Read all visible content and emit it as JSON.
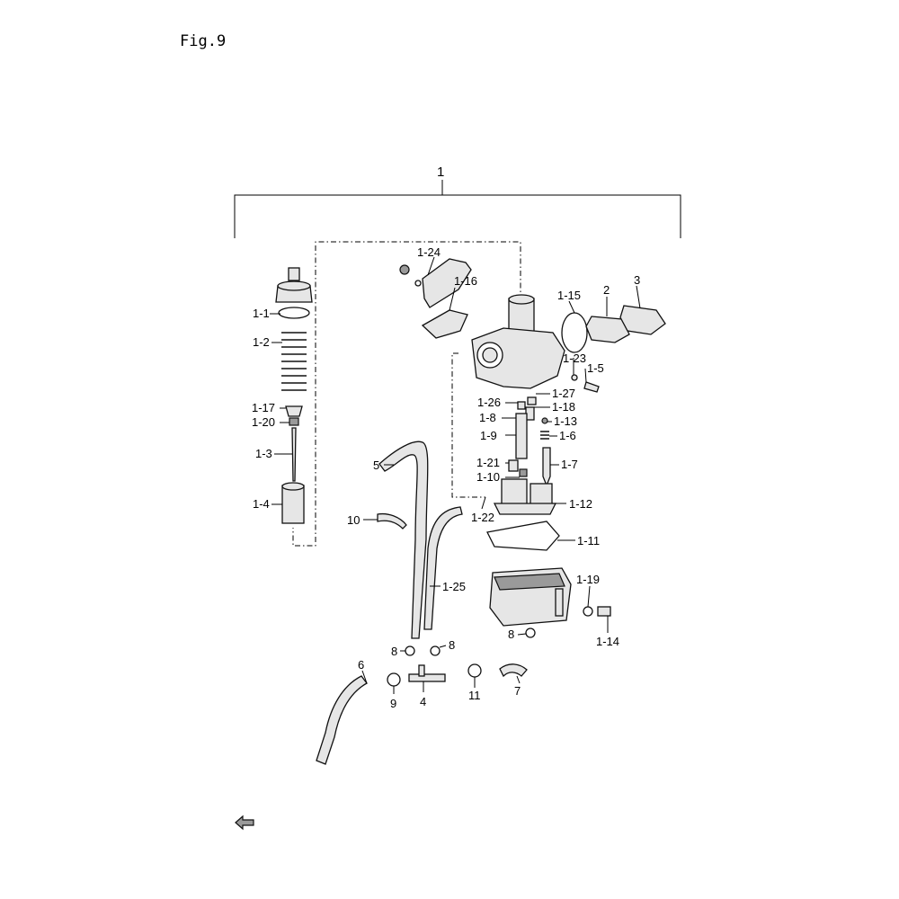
{
  "figure": {
    "title": "Fig.9"
  },
  "labels": {
    "assembly": "1",
    "p1_1": "1-1",
    "p1_2": "1-2",
    "p1_17": "1-17",
    "p1_20": "1-20",
    "p1_3": "1-3",
    "p1_4": "1-4",
    "p1_24": "1-24",
    "p1_16": "1-16",
    "p1_15": "1-15",
    "p2": "2",
    "p3": "3",
    "p1_23": "1-23",
    "p1_5": "1-5",
    "p1_26": "1-26",
    "p1_27": "1-27",
    "p1_18": "1-18",
    "p1_8": "1-8",
    "p1_13": "1-13",
    "p1_9": "1-9",
    "p1_6": "1-6",
    "p1_21": "1-21",
    "p1_7": "1-7",
    "p1_10": "1-10",
    "p1_12": "1-12",
    "p1_22": "1-22",
    "p1_11": "1-11",
    "p5": "5",
    "p10": "10",
    "p1_25": "1-25",
    "p1_19": "1-19",
    "p1_14": "1-14",
    "p8a": "8",
    "p8b": "8",
    "p8c": "8",
    "p6": "6",
    "p9": "9",
    "p4": "4",
    "p11": "11",
    "p7": "7"
  }
}
